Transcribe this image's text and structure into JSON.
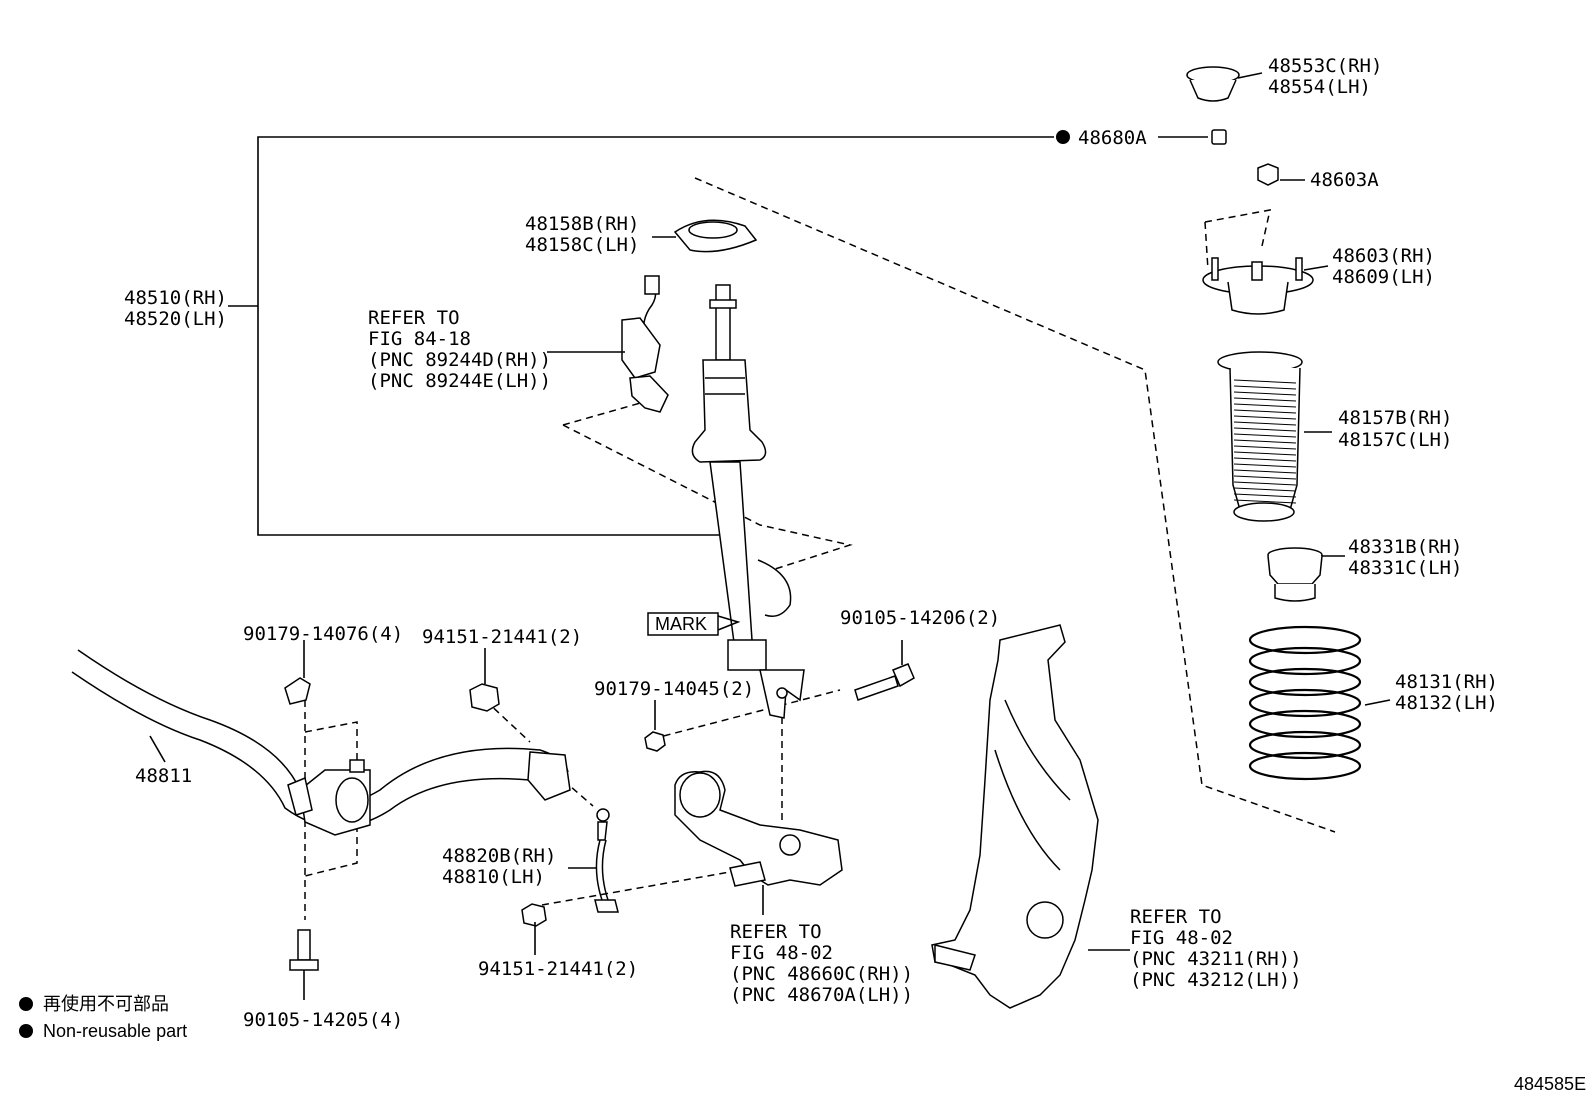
{
  "labels": {
    "p48553": "48553C(RH)",
    "p48554": "48554(LH)",
    "p48680": "48680A",
    "p48603a": "48603A",
    "p48158b": "48158B(RH)",
    "p48158c": "48158C(LH)",
    "p48603": "48603(RH)",
    "p48609": "48609(LH)",
    "p48510": "48510(RH)",
    "p48520": "48520(LH)",
    "ref1_l1": "REFER TO",
    "ref1_l2": "FIG 84-18",
    "ref1_l3": "(PNC 89244D(RH))",
    "ref1_l4": "(PNC 89244E(LH))",
    "p48157b": "48157B(RH)",
    "p48157c": "48157C(LH)",
    "p48331b": "48331B(RH)",
    "p48331c": "48331C(LH)",
    "mark": "MARK",
    "p90179_14076": "90179-14076(4)",
    "p94151_top": "94151-21441(2)",
    "p90105_14206": "90105-14206(2)",
    "p90179_14045": "90179-14045(2)",
    "p48131": "48131(RH)",
    "p48132": "48132(LH)",
    "p48811": "48811",
    "p48820b": "48820B(RH)",
    "p48810": "48810(LH)",
    "ref2_l1": "REFER TO",
    "ref2_l2": "FIG 48-02",
    "ref2_l3": "(PNC 48660C(RH))",
    "ref2_l4": "(PNC 48670A(LH))",
    "ref3_l1": "REFER TO",
    "ref3_l2": "FIG 48-02",
    "ref3_l3": "(PNC 43211(RH))",
    "ref3_l4": "(PNC 43212(LH))",
    "p94151_bot": "94151-21441(2)",
    "p90105_14205": "90105-14205(4)",
    "legend_jp": "再使用不可部品",
    "legend_en": "Non-reusable part",
    "diagram_id": "484585E"
  }
}
